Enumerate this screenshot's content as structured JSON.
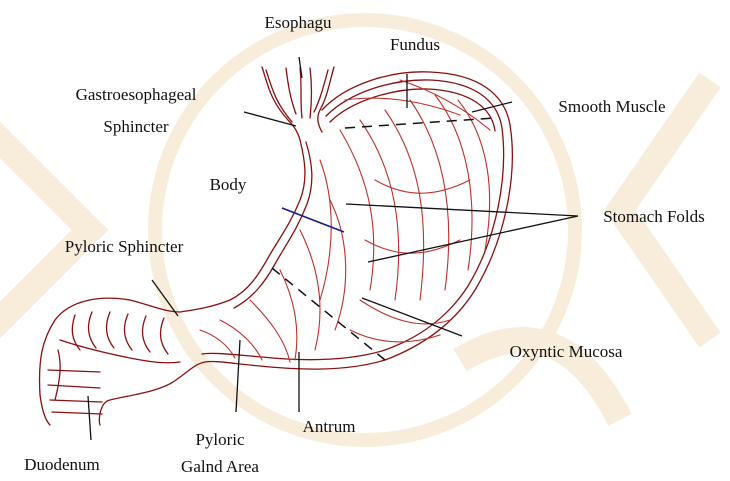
{
  "diagram": {
    "labels": {
      "esophagus": "Esophagu",
      "fundus": "Fundus",
      "gastroesophageal_line1": "Gastroesophageal",
      "gastroesophageal_line2": "Sphincter",
      "smooth_muscle": "Smooth Muscle",
      "body": "Body",
      "stomach_folds": "Stomach Folds",
      "pyloric_sphincter": "Pyloric Sphincter",
      "oxyntic_mucosa": "Oxyntic Mucosa",
      "antrum": "Antrum",
      "pyloric_gland_line1": "Pyloric",
      "pyloric_gland_line2": "Galnd Area",
      "duodenum": "Duodenum"
    },
    "colors": {
      "background": "#ffffff",
      "watermark": "#f6e9d2",
      "stomach_outline": "#8a1010",
      "stomach_fold": "#c0302c",
      "leader_line": "#111111",
      "body_marker": "#1a1a8a",
      "label_text": "#111111"
    }
  }
}
